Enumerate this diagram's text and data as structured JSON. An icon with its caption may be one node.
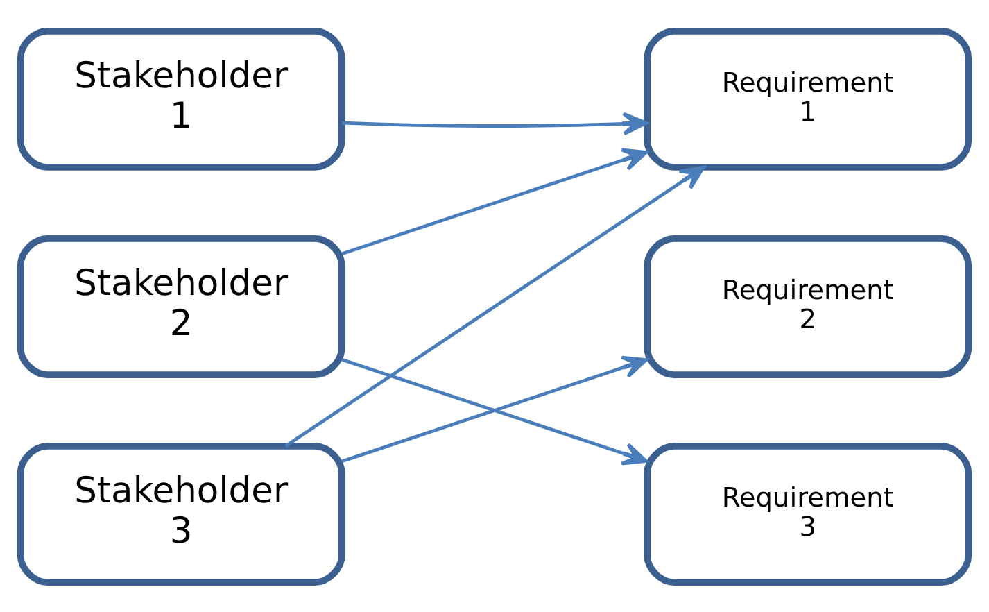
{
  "diagram": {
    "nodes": [
      {
        "text": [
          "Stakeholder 1"
        ]
      },
      {
        "text": [
          "Stakeholder 2"
        ]
      },
      {
        "text": [
          "Stakeholder 3"
        ]
      },
      {
        "text": [
          "Requirement 1"
        ]
      },
      {
        "text": [
          "Requirement 2"
        ]
      },
      {
        "text": [
          "Requirement 3"
        ]
      }
    ],
    "edges": [
      {
        "from": 0,
        "to": 3,
        "arrow": "to"
      },
      {
        "from": 1,
        "to": 3,
        "arrow": "to"
      },
      {
        "from": 1,
        "to": 5,
        "arrow": "to"
      },
      {
        "from": 2,
        "to": 3,
        "arrow": "to"
      },
      {
        "from": 2,
        "to": 4,
        "arrow": "to"
      }
    ]
  }
}
